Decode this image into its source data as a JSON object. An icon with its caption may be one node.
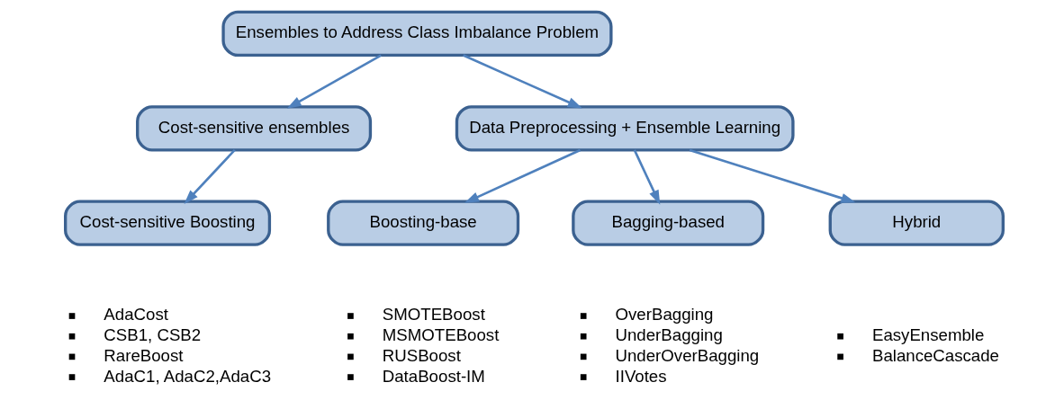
{
  "diagram": {
    "nodes": [
      {
        "text": [
          "Ensembles to Address Class Imbalance Problem"
        ]
      },
      {
        "text": [
          "Cost-sensitive ensembles"
        ]
      },
      {
        "text": [
          "Data Preprocessing + Ensemble Learning"
        ]
      },
      {
        "text": [
          "Cost-sensitive Boosting"
        ],
        "beside": [
          "AdaCost",
          "CSB1, CSB2",
          "RareBoost",
          "AdaC1, AdaC2,AdaC3"
        ]
      },
      {
        "text": [
          "Boosting-base"
        ],
        "beside": [
          "SMOTEBoost",
          "MSMOTEBoost",
          "RUSBoost",
          "DataBoost-IM"
        ]
      },
      {
        "text": [
          "Bagging-based"
        ],
        "beside": [
          "OverBagging",
          "UnderBagging",
          "UnderOverBagging",
          "IIVotes"
        ]
      },
      {
        "text": [
          "Hybrid"
        ],
        "beside": [
          "EasyEnsemble",
          "BalanceCascade"
        ]
      }
    ],
    "edges": [
      {
        "from": 0,
        "to": 1,
        "arrow": "to"
      },
      {
        "from": 0,
        "to": 2,
        "arrow": "to"
      },
      {
        "from": 1,
        "to": 3,
        "arrow": "to"
      },
      {
        "from": 2,
        "to": 4,
        "arrow": "to"
      },
      {
        "from": 2,
        "to": 5,
        "arrow": "to"
      },
      {
        "from": 2,
        "to": 6,
        "arrow": "to"
      }
    ]
  }
}
